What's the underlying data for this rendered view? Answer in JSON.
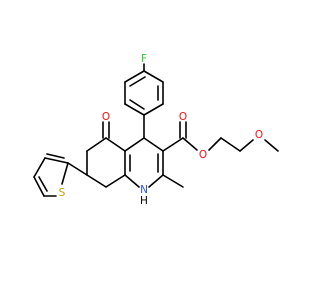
{
  "molecule": {
    "atoms": {
      "fluorine": {
        "label": "F",
        "color": "#33cc33"
      },
      "ketone_oxygen": {
        "label": "O",
        "color": "#ff0d0d"
      },
      "carbonyl_oxygen": {
        "label": "O",
        "color": "#ff0d0d"
      },
      "ester_oxygen": {
        "label": "O",
        "color": "#ff0d0d"
      },
      "ether_oxygen": {
        "label": "O",
        "color": "#ff0d0d"
      },
      "nitrogen": {
        "label": "N",
        "color": "#3050f8"
      },
      "nitrogen_hydrogen": {
        "label": "H",
        "color": "#000000"
      },
      "sulfur": {
        "label": "S",
        "color": "#c8a000"
      }
    },
    "bond_color": "#000000"
  }
}
